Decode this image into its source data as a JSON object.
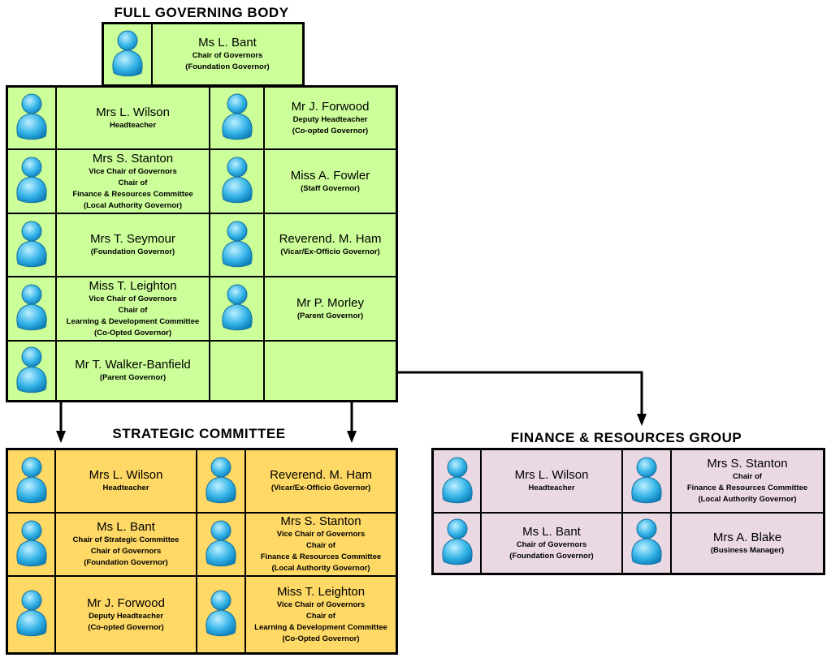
{
  "full_governing_body": {
    "title": "FULL GOVERNING BODY",
    "chair": {
      "name": "Ms L. Bant",
      "lines": [
        "Chair of Governors",
        "(Foundation Governor)"
      ]
    },
    "members": [
      {
        "name": "Mrs L. Wilson",
        "lines": [
          "Headteacher"
        ]
      },
      {
        "name": "Mr J. Forwood",
        "lines": [
          "Deputy Headteacher",
          "(Co-opted Governor)"
        ]
      },
      {
        "name": "Mrs S. Stanton",
        "lines": [
          "Vice Chair of Governors",
          "Chair of",
          "Finance & Resources Committee",
          "(Local Authority Governor)"
        ]
      },
      {
        "name": "Miss A. Fowler",
        "lines": [
          "(Staff Governor)"
        ]
      },
      {
        "name": "Mrs T. Seymour",
        "lines": [
          "(Foundation Governor)"
        ]
      },
      {
        "name": "Reverend. M. Ham",
        "lines": [
          "(Vicar/Ex-Officio Governor)"
        ]
      },
      {
        "name": "Miss T. Leighton",
        "lines": [
          "Vice Chair of Governors",
          "Chair of",
          "Learning & Development Committee",
          "(Co-Opted Governor)"
        ]
      },
      {
        "name": "Mr P. Morley",
        "lines": [
          "(Parent Governor)"
        ]
      },
      {
        "name": "Mr T. Walker-Banfield",
        "lines": [
          "(Parent Governor)"
        ]
      },
      null
    ]
  },
  "strategic_committee": {
    "title": "STRATEGIC COMMITTEE",
    "members": [
      {
        "name": "Mrs L. Wilson",
        "lines": [
          "Headteacher"
        ]
      },
      {
        "name": "Reverend. M. Ham",
        "lines": [
          "(Vicar/Ex-Officio Governor)"
        ]
      },
      {
        "name": "Ms L. Bant",
        "lines": [
          "Chair of Strategic Committee",
          "Chair of Governors",
          "(Foundation Governor)"
        ]
      },
      {
        "name": "Mrs S. Stanton",
        "lines": [
          "Vice Chair of Governors",
          "Chair of",
          "Finance & Resources Committee",
          "(Local Authority Governor)"
        ]
      },
      {
        "name": "Mr J. Forwood",
        "lines": [
          "Deputy Headteacher",
          "(Co-opted Governor)"
        ]
      },
      {
        "name": "Miss T. Leighton",
        "lines": [
          "Vice Chair of Governors",
          "Chair of",
          "Learning & Development Committee",
          "(Co-Opted Governor)"
        ]
      }
    ]
  },
  "finance_resources_group": {
    "title": "FINANCE & RESOURCES GROUP",
    "members": [
      {
        "name": "Mrs L. Wilson",
        "lines": [
          "Headteacher"
        ]
      },
      {
        "name": "Mrs S. Stanton",
        "lines": [
          "Chair of",
          "Finance & Resources Committee",
          "(Local Authority Governor)"
        ]
      },
      {
        "name": "Ms L. Bant",
        "lines": [
          "Chair of Governors",
          "(Foundation Governor)"
        ]
      },
      {
        "name": "Mrs A. Blake",
        "lines": [
          "(Business Manager)"
        ]
      }
    ]
  },
  "colors": {
    "fgb": "#ccff99",
    "strategic": "#ffd966",
    "finance": "#ead9e3",
    "icon": "#29a9e0"
  }
}
